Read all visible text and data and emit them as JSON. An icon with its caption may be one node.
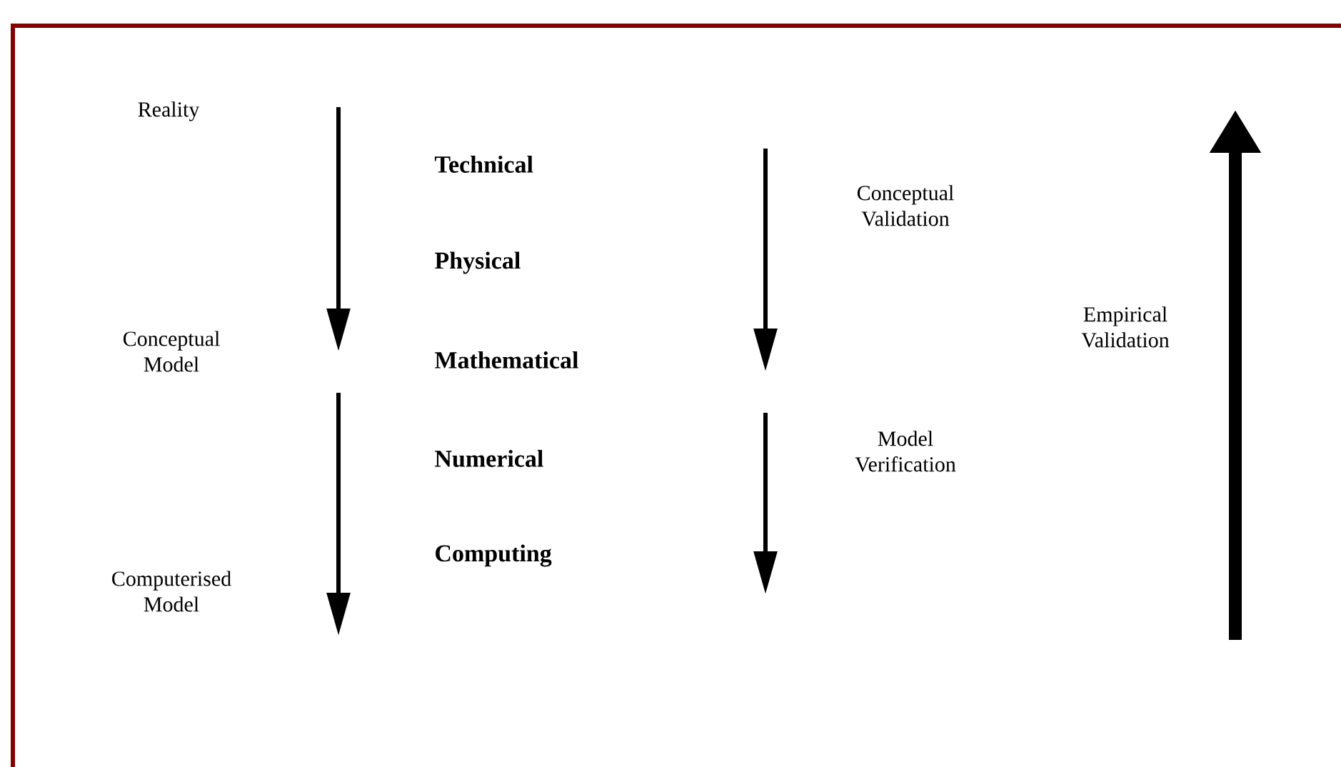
{
  "diagram": {
    "labels": [
      "Reality",
      "Technical",
      "Conceptual Validation",
      "Physical",
      "Empirical Validation",
      "Conceptual Model",
      "Mathematical",
      "Numerical",
      "Model Verification",
      "Computing",
      "Computerised Model"
    ]
  }
}
